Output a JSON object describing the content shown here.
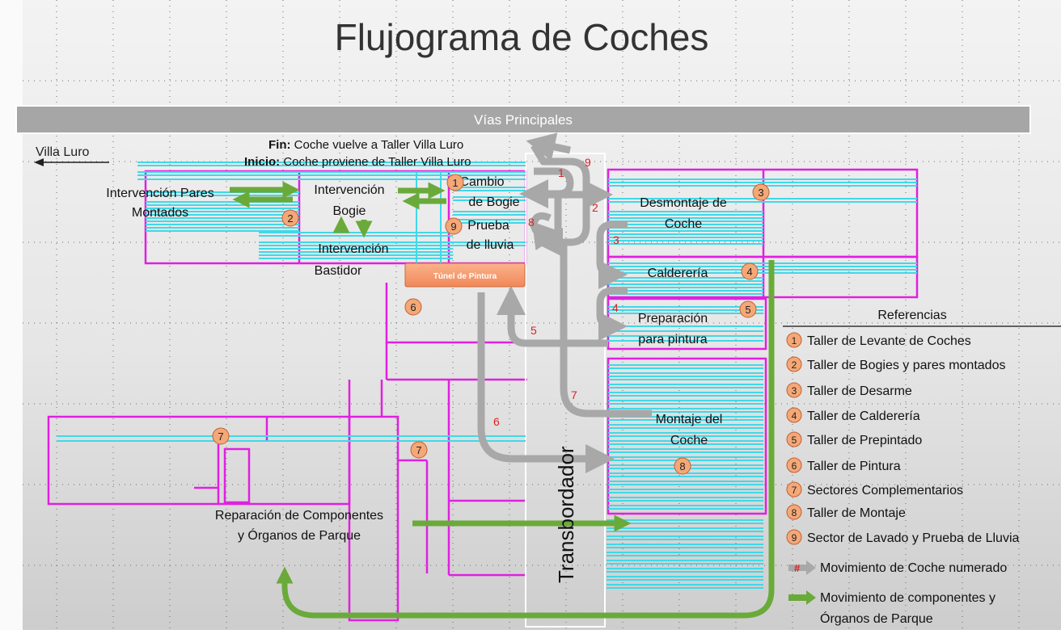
{
  "title": "Flujograma de Coches",
  "main_track": "Vías Principales",
  "villa_luro": "Villa Luro",
  "fin": {
    "bold": "Fin:",
    "text": " Coche vuelve a Taller Villa Luro"
  },
  "inicio": {
    "bold": "Inicio:",
    "text": " Coche proviene de Taller Villa Luro"
  },
  "areas": {
    "pares_1": "Intervención Pares",
    "pares_2": "Montados",
    "bogie_1": "Intervención",
    "bogie_2": "Bogie",
    "bastidor_1": "Intervención",
    "bastidor_2": "Bastidor",
    "cambio_1": "Cambio",
    "cambio_2": "de Bogie",
    "prueba_1": "Prueba",
    "prueba_2": "de lluvia",
    "tunel": "Túnel de Pintura",
    "desmontaje_1": "Desmontaje de",
    "desmontaje_2": "Coche",
    "caldereria": "Calderería",
    "preparacion_1": "Preparación",
    "preparacion_2": "para pintura",
    "montaje_1": "Montaje del",
    "montaje_2": "Coche",
    "reparacion_1": "Reparación de Componentes",
    "reparacion_2": "y Órganos de Parque",
    "transbordador": "Transbordador"
  },
  "badges": {
    "b1": "1",
    "b2": "2",
    "b3": "3",
    "b4": "4",
    "b5": "5",
    "b6": "6",
    "b7a": "7",
    "b7b": "7",
    "b8a": "8",
    "b9": "9"
  },
  "move_numbers": {
    "m1": "1",
    "m2": "2",
    "m3": "3",
    "m4": "4",
    "m5": "5",
    "m6": "6",
    "m7": "7",
    "m8": "8",
    "m9": "9"
  },
  "references": {
    "title": "Referencias",
    "items": [
      {
        "num": "1",
        "label": "Taller de Levante de Coches"
      },
      {
        "num": "2",
        "label": "Taller de Bogies y pares montados"
      },
      {
        "num": "3",
        "label": "Taller de Desarme"
      },
      {
        "num": "4",
        "label": "Taller de Calderería"
      },
      {
        "num": "5",
        "label": "Taller de Prepintado"
      },
      {
        "num": "6",
        "label": "Taller de Pintura"
      },
      {
        "num": "7",
        "label": "Sectores Complementarios"
      },
      {
        "num": "8",
        "label": "Taller de Montaje"
      },
      {
        "num": "9",
        "label": "Sector de Lavado y Prueba de Lluvia"
      }
    ],
    "legend_hash": "#",
    "legend_gray": "Movimiento de Coche numerado",
    "legend_green_1": "Movimiento de componentes y",
    "legend_green_2": "Órganos de Parque"
  },
  "colors": {
    "magenta": "#e020e0",
    "cyan": "#40d8e8",
    "green": "#6aaa3a",
    "gray_arrow": "#a8a8a8",
    "badge": "#f4a878",
    "move_number": "#e02020"
  }
}
